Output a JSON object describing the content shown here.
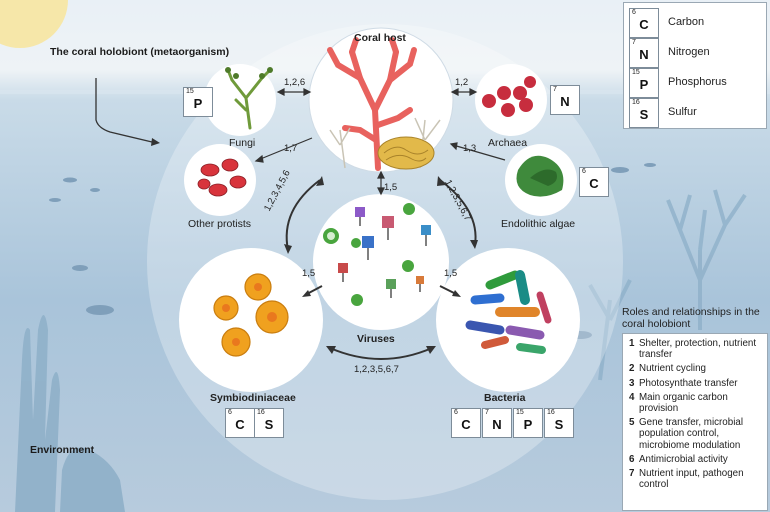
{
  "title": "The coral holobiont (metaorganism)",
  "environment_label": "Environment",
  "nodes": {
    "coral_host": "Coral host",
    "fungi": "Fungi",
    "archaea": "Archaea",
    "other_protists": "Other protists",
    "endolithic_algae": "Endolithic algae",
    "viruses": "Viruses",
    "symbiodiniaceae": "Symbiodiniaceae",
    "bacteria": "Bacteria"
  },
  "relationship_labels": {
    "host_fungi": "1,2,6",
    "host_archaea": "1,2",
    "host_protists": "1,7",
    "host_algae": "1,3",
    "host_viruses": "1,5",
    "host_symbiodiniaceae": "1,2,3,4,5,6",
    "host_bacteria": "1,2,3,5,6,7",
    "viruses_symbiodiniaceae": "1,5",
    "viruses_bacteria": "1,5",
    "symbiodiniaceae_bacteria": "1,2,3,5,6,7"
  },
  "element_badges": {
    "fungi": [
      {
        "num": "15",
        "sym": "P"
      }
    ],
    "archaea": [
      {
        "num": "7",
        "sym": "N"
      }
    ],
    "algae": [
      {
        "num": "6",
        "sym": "C"
      }
    ],
    "symbiodiniaceae": [
      {
        "num": "6",
        "sym": "C"
      },
      {
        "num": "16",
        "sym": "S"
      }
    ],
    "bacteria": [
      {
        "num": "6",
        "sym": "C"
      },
      {
        "num": "7",
        "sym": "N"
      },
      {
        "num": "15",
        "sym": "P"
      },
      {
        "num": "16",
        "sym": "S"
      }
    ]
  },
  "element_legend": [
    {
      "num": "6",
      "sym": "C",
      "name": "Carbon"
    },
    {
      "num": "7",
      "sym": "N",
      "name": "Nitrogen"
    },
    {
      "num": "15",
      "sym": "P",
      "name": "Phosphorus"
    },
    {
      "num": "16",
      "sym": "S",
      "name": "Sulfur"
    }
  ],
  "roles_title": "Roles and relationships in the coral holobiont",
  "roles": [
    {
      "num": "1",
      "text": "Shelter, protection, nutrient transfer"
    },
    {
      "num": "2",
      "text": "Nutrient cycling"
    },
    {
      "num": "3",
      "text": "Photosynthate transfer"
    },
    {
      "num": "4",
      "text": "Main organic carbon provision"
    },
    {
      "num": "5",
      "text": "Gene transfer, microbial population control, microbiome modulation"
    },
    {
      "num": "6",
      "text": "Antimicrobial activity"
    },
    {
      "num": "7",
      "text": "Nutrient input, pathogen control"
    }
  ],
  "colors": {
    "coral": "#e8625e",
    "fungi_green": "#6f9a3a",
    "archaea_red": "#c72d3e",
    "algae_green": "#3f8a3c",
    "symbio_orange": "#f0a11f",
    "virus_green": "#49a53e",
    "sea_blue": "#a9c4da"
  }
}
